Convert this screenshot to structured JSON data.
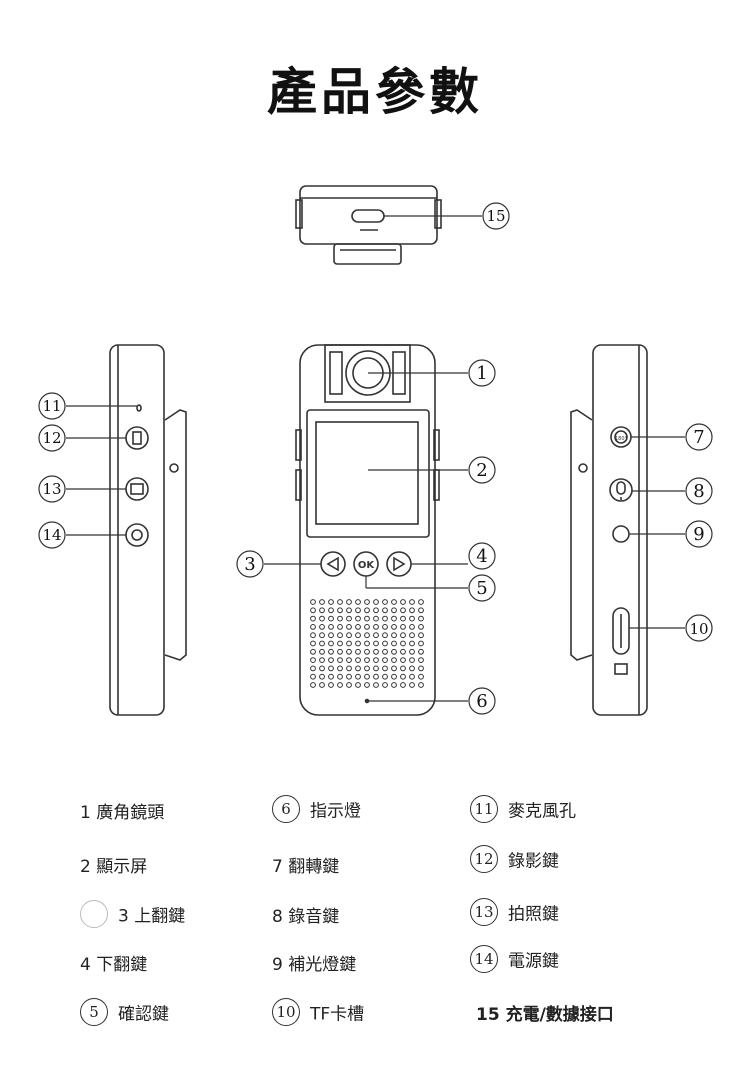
{
  "title": "產品參數",
  "callouts": [
    "1",
    "2",
    "3",
    "4",
    "5",
    "6",
    "7",
    "8",
    "9",
    "10",
    "11",
    "12",
    "13",
    "14",
    "15"
  ],
  "legend": [
    {
      "text": "1 廣角鏡頭"
    },
    {
      "num": "6",
      "text": "指示燈"
    },
    {
      "num": "11",
      "text": "麥克風孔"
    },
    {
      "text": "2 顯示屏"
    },
    {
      "text": "7 翻轉鍵"
    },
    {
      "num": "12",
      "text": "錄影鍵"
    },
    {
      "text": "3 上翻鍵"
    },
    {
      "text": "8 錄音鍵"
    },
    {
      "num": "13",
      "text": "拍照鍵"
    },
    {
      "text": "4 下翻鍵"
    },
    {
      "text": "9 補光燈鍵"
    },
    {
      "num": "14",
      "text": "電源鍵"
    },
    {
      "num": "5",
      "text": "確認鍵"
    },
    {
      "num": "10",
      "text": "TF卡槽"
    },
    {
      "text": "15 充電/數據接口"
    }
  ],
  "device": {
    "ok_label": "OK",
    "rotate_label": "180°"
  }
}
